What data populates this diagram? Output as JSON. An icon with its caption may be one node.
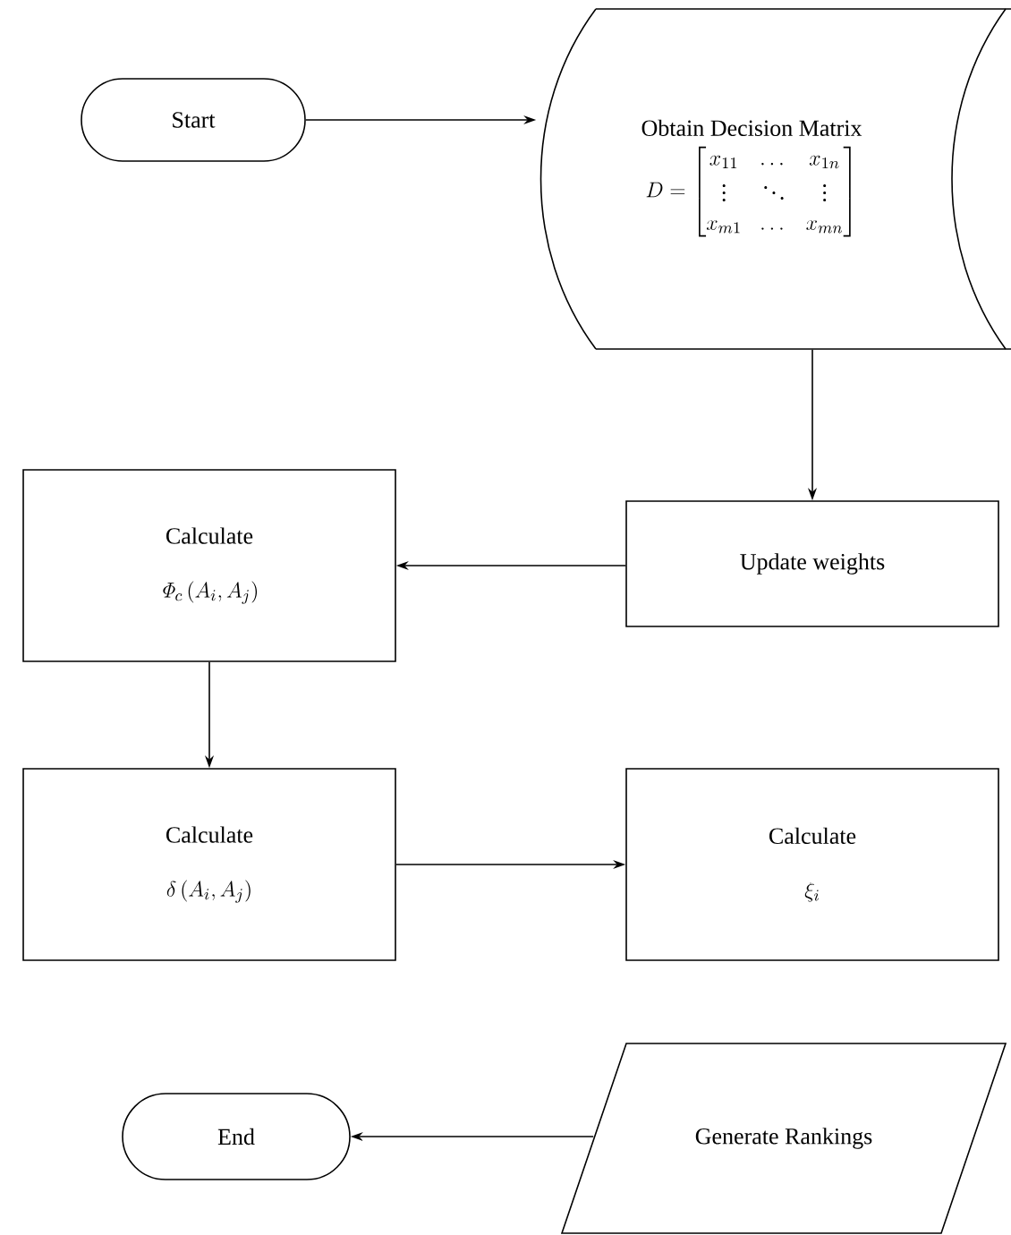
{
  "diagram": {
    "nodes": [
      {
        "text": [
          "Start"
        ]
      },
      {
        "text": [
          "Obtain Decision Matrix",
          "D = \\begin{bmatrix} x_{11} & \\dots & x_{1n} \\\\ \\vdots & \\ddots & \\vdots \\\\ x_{m1} & \\dots & x_{mn} \\end{bmatrix}"
        ]
      },
      {
        "text": [
          "Update weights"
        ]
      },
      {
        "text": [
          "Calculate",
          "\\mathit{\\Phi}_c\\,(A_i, A_j)"
        ]
      },
      {
        "text": [
          "Calculate",
          "\\delta\\,(A_i, A_j)"
        ]
      },
      {
        "text": [
          "Calculate",
          "\\xi_i"
        ]
      },
      {
        "text": [
          "End"
        ]
      },
      {
        "text": [
          "Generate Rankings"
        ]
      }
    ],
    "edges": [
      {
        "from": 0,
        "to": 1,
        "arrow": "to"
      },
      {
        "from": 1,
        "to": 2,
        "arrow": "to"
      },
      {
        "from": 2,
        "to": 3,
        "arrow": "to"
      },
      {
        "from": 3,
        "to": 4,
        "arrow": "to"
      },
      {
        "from": 4,
        "to": 5,
        "arrow": "to"
      },
      {
        "from": 7,
        "to": 6,
        "arrow": "to"
      }
    ]
  }
}
